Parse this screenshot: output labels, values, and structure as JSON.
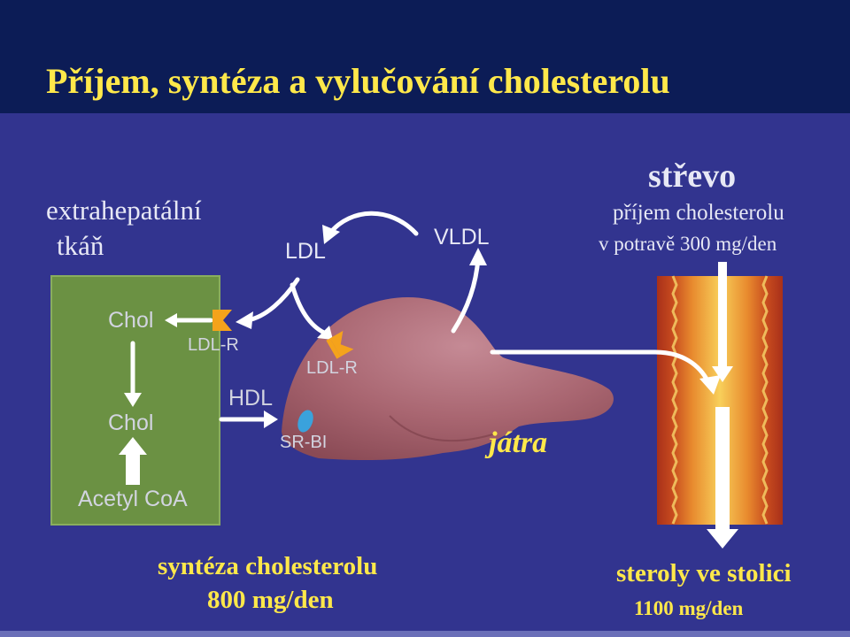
{
  "title": "Příjem, syntéza a vylučování cholesterolu",
  "labels": {
    "extrahepatic_line1": "extrahepatální",
    "extrahepatic_line2": "tkáň",
    "ldl": "LDL",
    "vldl": "VLDL",
    "intestine": "střevo",
    "intake_line1": "příjem cholesterolu",
    "intake_line2": "v potravě 300 mg/den",
    "chol_top": "Chol",
    "chol_bottom": "Chol",
    "acetyl_coa": "Acetyl CoA",
    "ldl_r_tissue": "LDL-R",
    "ldl_r_liver": "LDL-R",
    "hdl": "HDL",
    "sr_bi": "SR-BI",
    "liver": "játra",
    "synthesis_line1": "syntéza cholesterolu",
    "synthesis_line2": "800 mg/den",
    "excretion_line1": "steroly ve stolici",
    "excretion_line2": "1100 mg/den"
  },
  "colors": {
    "background": "#32348f",
    "title_bar": "#0c1c56",
    "title_text": "#ffe84a",
    "tissue_box": "#6b9143",
    "receptor": "#f5a31b",
    "sr_bi_receptor": "#3aa2dc",
    "liver": "#a45a60",
    "intestine_wall": "#b0321c",
    "intestine_lumen": "#f4c24a"
  }
}
